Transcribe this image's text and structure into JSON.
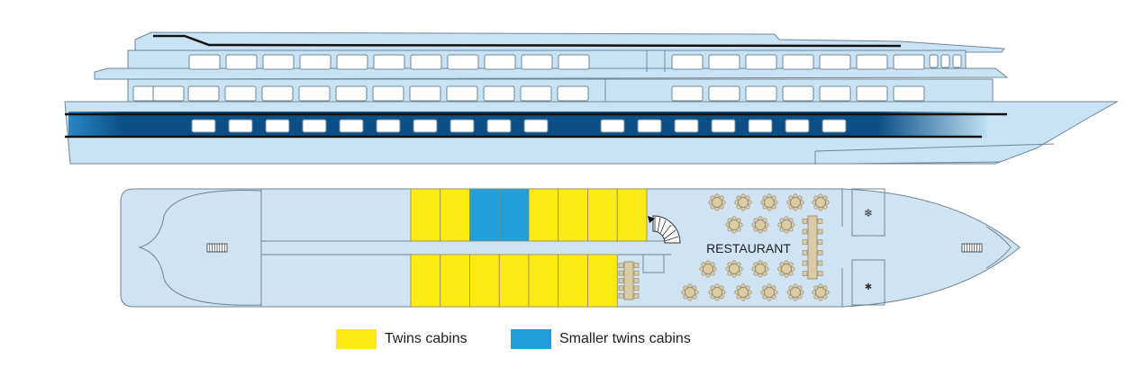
{
  "colors": {
    "hull": "#c9e3f6",
    "outline": "#6f8594",
    "band_dark": "#0b4f86",
    "band_mid": "#1f78b8",
    "deck_floor": "#cfe3f3",
    "twins": "#ffeb14",
    "smaller_twins": "#219fda",
    "furniture": "#dccca6",
    "furniture_edge": "#8f8368"
  },
  "labels": {
    "restaurant": "RESTAURANT"
  },
  "legend": [
    {
      "label": "Twins cabins",
      "color": "#ffeb14"
    },
    {
      "label": "Smaller twins cabins",
      "color": "#219fda"
    }
  ],
  "cabins": {
    "top_row": [
      "twins",
      "twins",
      "smaller_twins",
      "smaller_twins",
      "twins",
      "twins",
      "twins",
      "twins"
    ],
    "bottom_row": [
      "twins",
      "twins",
      "twins",
      "twins",
      "twins",
      "twins",
      "twins"
    ]
  },
  "icons": {
    "upper_service_room": "snowflake-icon",
    "lower_service_room": "asterisk-icon",
    "stern_stairs": "stairs-icon",
    "bow_stairs": "stairs-icon",
    "spiral_stairs": "spiral-stair-icon"
  }
}
